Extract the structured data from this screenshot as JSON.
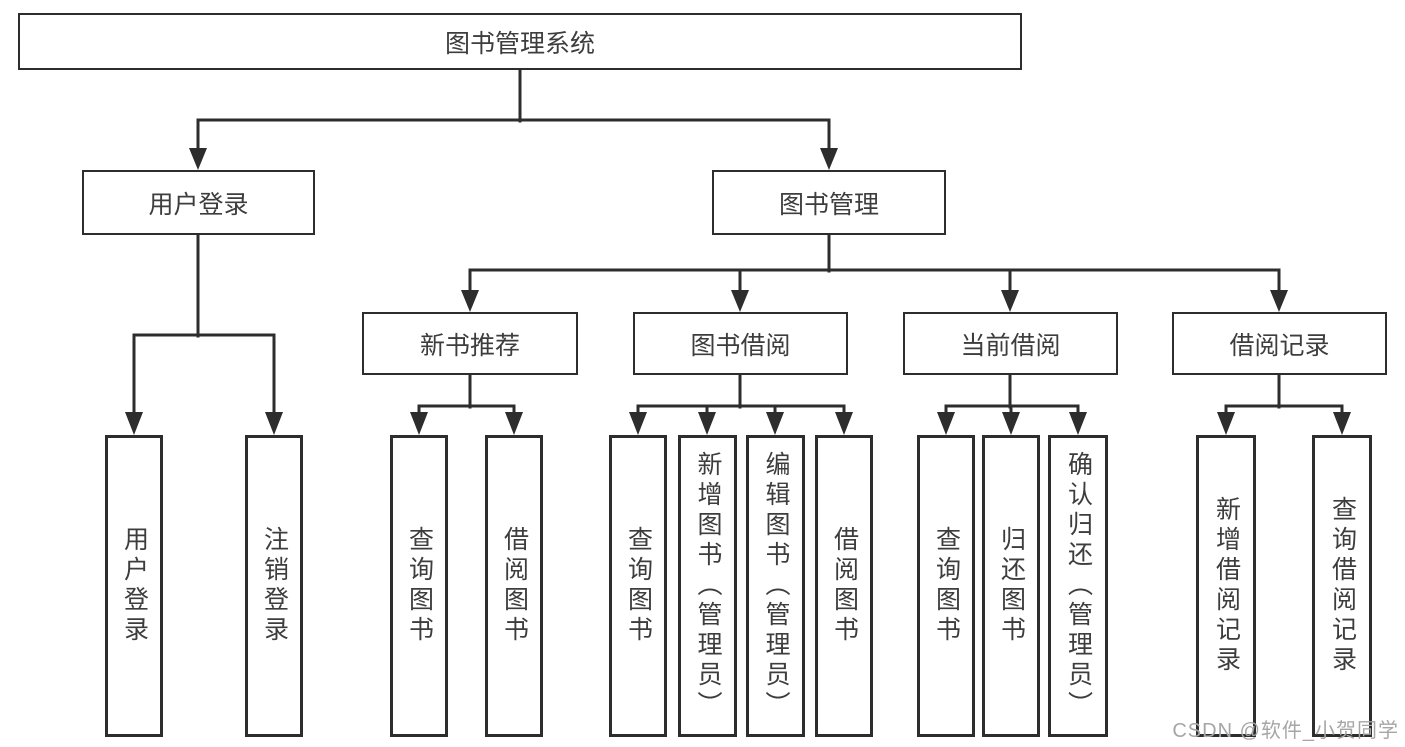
{
  "watermark": {
    "text": "CSDN @软件_小贺同学"
  },
  "colors": {
    "line": "#2d2d2d",
    "text": "#3d3d3d",
    "box_fill": "#ffffff",
    "watermark": "#a6a6a6"
  },
  "tree": {
    "root": {
      "label": "图书管理系统",
      "children": [
        {
          "label": "用户登录",
          "children": [
            {
              "label": "用户登录"
            },
            {
              "label": "注销登录"
            }
          ]
        },
        {
          "label": "图书管理",
          "children": [
            {
              "label": "新书推荐",
              "children": [
                {
                  "label": "查询图书"
                },
                {
                  "label": "借阅图书"
                }
              ]
            },
            {
              "label": "图书借阅",
              "children": [
                {
                  "label": "查询图书"
                },
                {
                  "label": "新增图书（管理员）"
                },
                {
                  "label": "编辑图书（管理员）"
                },
                {
                  "label": "借阅图书"
                }
              ]
            },
            {
              "label": "当前借阅",
              "children": [
                {
                  "label": "查询图书"
                },
                {
                  "label": "归还图书"
                },
                {
                  "label": "确认归还（管理员）"
                }
              ]
            },
            {
              "label": "借阅记录",
              "children": [
                {
                  "label": "新增借阅记录"
                },
                {
                  "label": "查询借阅记录"
                }
              ]
            }
          ]
        }
      ]
    }
  }
}
